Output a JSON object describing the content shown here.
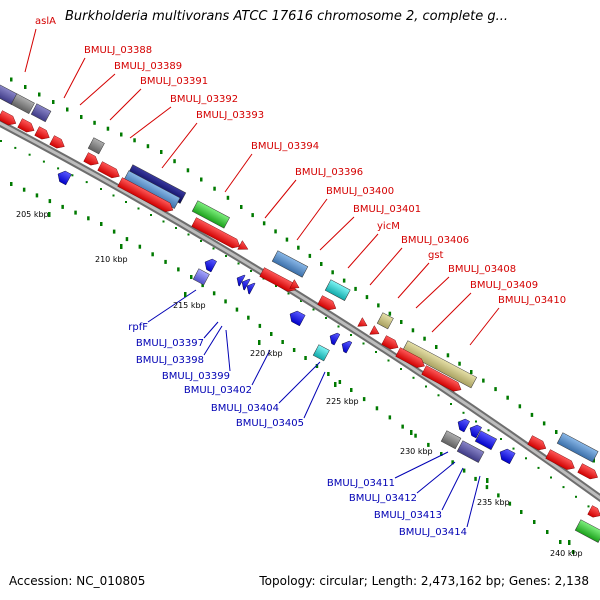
{
  "title": "Burkholderia multivorans ATCC 17616 chromosome 2, complete g...",
  "footer": {
    "accession": "Accession: NC_010805",
    "summary": "Topology: circular; Length: 2,473,162 bp; Genes: 2,138"
  },
  "ticks": [
    "205 kbp",
    "210 kbp",
    "215 kbp",
    "220 kbp",
    "225 kbp",
    "230 kbp",
    "235 kbp",
    "240 kbp"
  ],
  "forward_genes": [
    "aslA",
    "BMULJ_03388",
    "BMULJ_03389",
    "BMULJ_03391",
    "BMULJ_03392",
    "BMULJ_03393",
    "BMULJ_03394",
    "BMULJ_03396",
    "BMULJ_03400",
    "BMULJ_03401",
    "yicM",
    "BMULJ_03406",
    "gst",
    "BMULJ_03408",
    "BMULJ_03409",
    "BMULJ_03410"
  ],
  "reverse_genes": [
    "rpfF",
    "BMULJ_03397",
    "BMULJ_03398",
    "BMULJ_03399",
    "BMULJ_03402",
    "BMULJ_03404",
    "BMULJ_03405",
    "BMULJ_03411",
    "BMULJ_03412",
    "BMULJ_03413",
    "BMULJ_03414"
  ],
  "colors": {
    "forward_label": "#d40000",
    "reverse_label": "#0000b4",
    "cds_forward": "#ff0000",
    "cds_reverse": "#0000ff",
    "backbone": "#9a9a9a",
    "gc_dots": "#007a00"
  }
}
